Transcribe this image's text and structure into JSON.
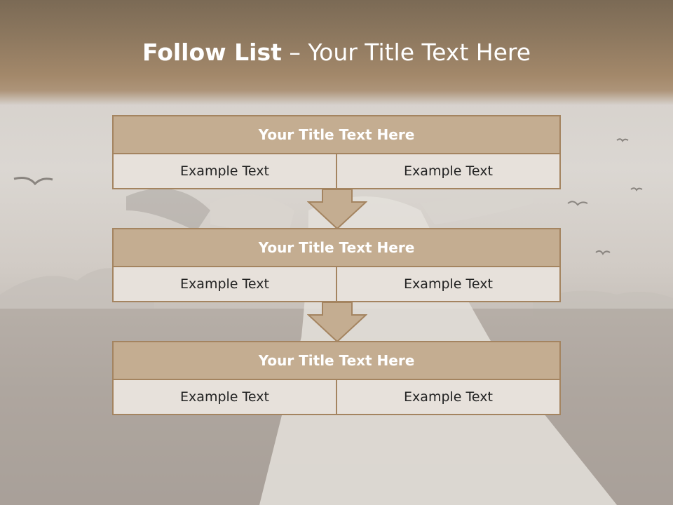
{
  "slide": {
    "title_bold": "Follow List",
    "title_rest": " – Your Title Text Here"
  },
  "blocks": [
    {
      "title": "Your Title Text Here",
      "cells": [
        "Example Text",
        "Example Text"
      ]
    },
    {
      "title": "Your Title Text Here",
      "cells": [
        "Example Text",
        "Example Text"
      ]
    },
    {
      "title": "Your Title Text Here",
      "cells": [
        "Example Text",
        "Example Text"
      ]
    }
  ],
  "colors": {
    "header_band": "#8d785f",
    "box_fill": "#c4ad91",
    "box_border": "#a48460",
    "cell_fill": "#e7e1db",
    "arrow_fill": "#c4ad91"
  },
  "icons": [
    "down-arrow-icon",
    "down-arrow-icon"
  ]
}
